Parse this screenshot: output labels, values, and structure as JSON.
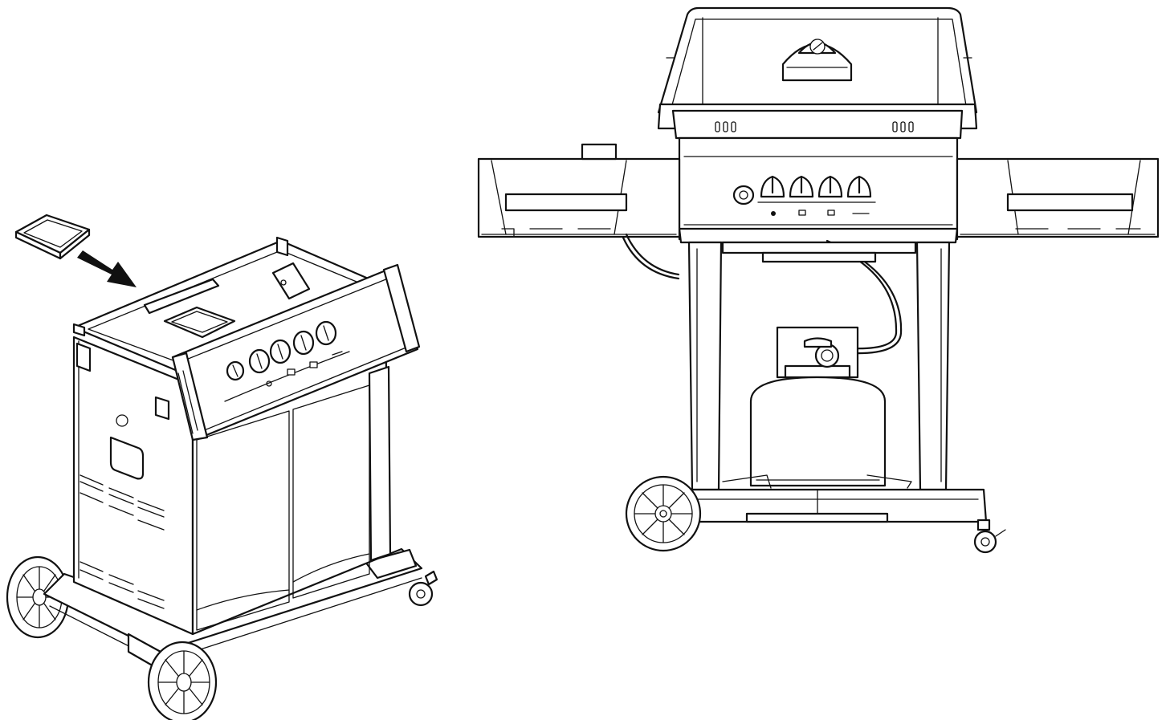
{
  "diagram": {
    "views": [
      {
        "name": "assembly-view",
        "parts": [
          "drip-tray",
          "insert-arrow",
          "cabinet-cart",
          "control-panel",
          "control-knobs",
          "cart-wheels",
          "caster-wheel"
        ]
      },
      {
        "name": "front-view",
        "parts": [
          "grill-lid",
          "lid-thermometer",
          "side-shelves",
          "control-knobs",
          "cart-legs",
          "gas-hose",
          "propane-tank",
          "cart-wheel",
          "caster-wheel"
        ]
      }
    ],
    "line_color": "#111111",
    "background": "#ffffff",
    "arrow_color": "#111111"
  }
}
